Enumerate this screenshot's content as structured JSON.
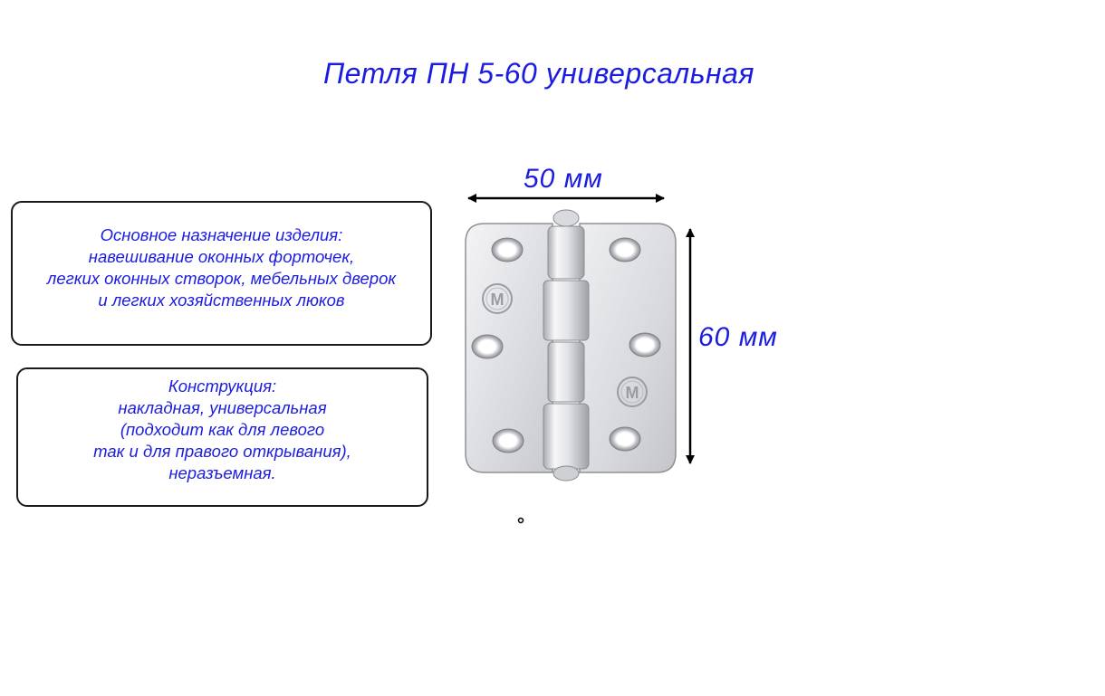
{
  "title": "Петля ПН 5-60 универсальная",
  "purpose": {
    "lines": [
      "Основное назначение изделия:",
      "навешивание оконных форточек,",
      "легких оконных створок, мебельных дверок",
      "и легких хозяйственных люков"
    ]
  },
  "construction": {
    "lines": [
      "Конструкция:",
      "накладная, универсальная",
      "(подходит как для левого",
      "так и для правого открывания),",
      "неразъемная."
    ]
  },
  "dimensions": {
    "width_label": "50 мм",
    "height_label": "60 мм"
  },
  "hinge": {
    "logo_letter": "М",
    "icon": "door-hinge-icon"
  },
  "colors": {
    "text": "#1c1ce0",
    "border": "#1a1a1a",
    "metal_light": "#f2f2f4",
    "metal_mid": "#d4d5d9",
    "metal_dark": "#9c9ea4"
  }
}
